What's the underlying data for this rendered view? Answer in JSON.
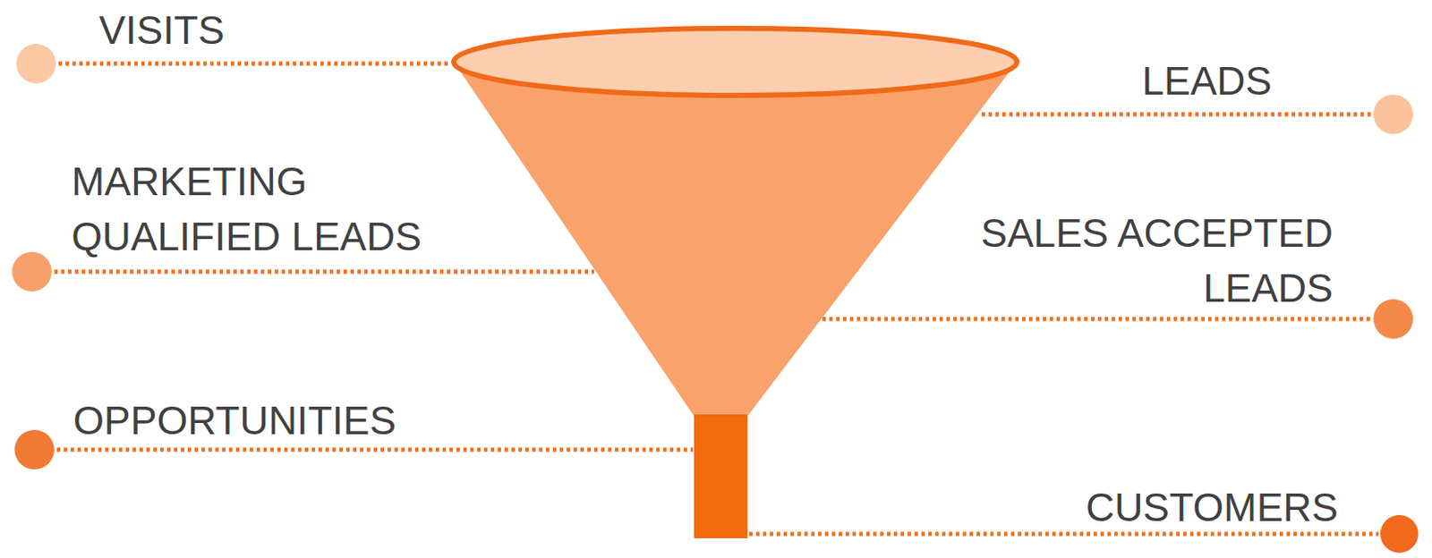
{
  "diagram": {
    "labels": [
      "VISITS",
      "LEADS",
      "MARKETING QUALIFIED LEADS",
      "SALES ACCEPTED LEADS",
      "OPPORTUNITIES",
      "CUSTOMERS"
    ]
  }
}
